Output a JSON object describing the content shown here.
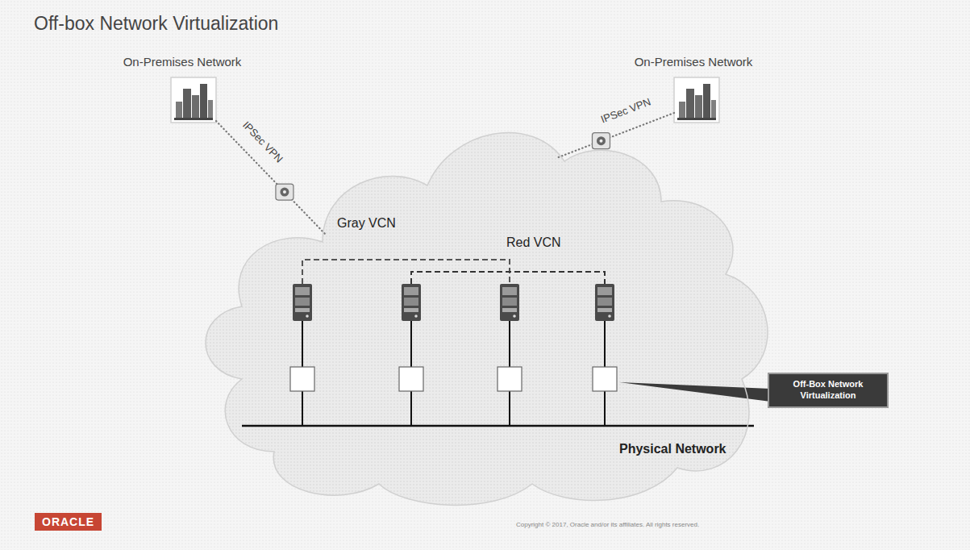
{
  "diagram": {
    "title": "Off-box Network Virtualization",
    "nodes": [
      {
        "text": [
          "On-Premises Network"
        ]
      },
      {
        "text": [
          "On-Premises Network"
        ]
      },
      {
        "text": [
          "Gray VCN",
          "Red VCN",
          "Physical Network"
        ]
      },
      {
        "text": [
          "Off-Box Network Virtualization"
        ]
      },
      {
        "text": [
          "ORACLE"
        ]
      }
    ],
    "edges": [
      {
        "from": 0,
        "to": 2,
        "label": "IPSec VPN",
        "arrow": "none"
      },
      {
        "from": 1,
        "to": 2,
        "label": "IPSec VPN",
        "arrow": "none"
      }
    ],
    "labels": [
      "Copyright © 2017, Oracle and/or its affiliates. All rights reserved."
    ]
  }
}
